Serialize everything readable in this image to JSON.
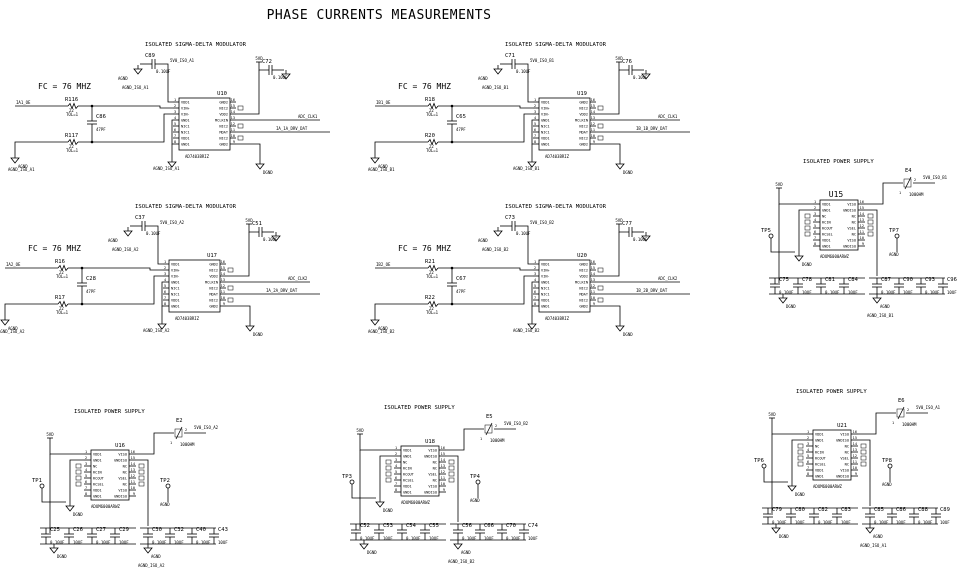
{
  "title": "PHASE CURRENTS MEASUREMENTS",
  "modulators": [
    {
      "heading": "ISOLATED SIGMA-DELTA MODULATOR",
      "fc": "FC = 76 MHZ",
      "ic": "U10",
      "part": "AD7403BRIZ",
      "rA": "R116",
      "rB": "R117",
      "rv": "22",
      "tol": "TOL=1",
      "cIn": "C86",
      "cInVal": "47PF",
      "cTop1": "C89",
      "cTop2": "C72",
      "cVal": "0.10UF",
      "sig": "IA1_OE",
      "clk": "ADC_CLK1",
      "dat": "IA_1A_DRV_DAT",
      "vddNet": "5V0_ISO_A1",
      "gndNet": "AGND_ISO_A1",
      "agnd": "AGND",
      "dgnd": "DGND",
      "vdd": "5VD"
    },
    {
      "heading": "ISOLATED SIGMA-DELTA MODULATOR",
      "fc": "FC = 76 MHZ",
      "ic": "U19",
      "part": "AD7403BRIZ",
      "rA": "R18",
      "rB": "R20",
      "rv": "22",
      "tol": "TOL=1",
      "cIn": "C65",
      "cInVal": "47PF",
      "cTop1": "C71",
      "cTop2": "C76",
      "cVal": "0.10UF",
      "sig": "IB1_OE",
      "clk": "ADC_CLK1",
      "dat": "IB_1B_DRV_DAT",
      "vddNet": "5V0_ISO_B1",
      "gndNet": "AGND_ISO_B1",
      "agnd": "AGND",
      "dgnd": "DGND",
      "vdd": "5VD"
    },
    {
      "heading": "ISOLATED SIGMA-DELTA MODULATOR",
      "fc": "FC = 76 MHZ",
      "ic": "U17",
      "part": "AD7403BRIZ",
      "rA": "R16",
      "rB": "R17",
      "rv": "22",
      "tol": "TOL=1",
      "cIn": "C28",
      "cInVal": "47PF",
      "cTop1": "C37",
      "cTop2": "C51",
      "cVal": "0.10UF",
      "sig": "IA2_OE",
      "clk": "ADC_CLK2",
      "dat": "IA_2A_DRV_DAT",
      "vddNet": "5V0_ISO_A2",
      "gndNet": "AGND_ISO_A2",
      "agnd": "AGND",
      "dgnd": "DGND",
      "vdd": "5VD"
    },
    {
      "heading": "ISOLATED SIGMA-DELTA MODULATOR",
      "fc": "FC = 76 MHZ",
      "ic": "U20",
      "part": "AD7403BRIZ",
      "rA": "R21",
      "rB": "R22",
      "rv": "22",
      "tol": "TOL=1",
      "cIn": "C67",
      "cInVal": "47PF",
      "cTop1": "C73",
      "cTop2": "C77",
      "cVal": "0.10UF",
      "sig": "IB2_OE",
      "clk": "ADC_CLK2",
      "dat": "IB_2B_DRV_DAT",
      "vddNet": "5V0_ISO_B2",
      "gndNet": "AGND_ISO_B2",
      "agnd": "AGND",
      "dgnd": "DGND",
      "vdd": "5VD"
    }
  ],
  "modulator_pins": {
    "left": [
      {
        "n": "1",
        "l": "VDD1"
      },
      {
        "n": "2",
        "l": "VIN+"
      },
      {
        "n": "3",
        "l": "VIN-"
      },
      {
        "n": "4",
        "l": "GND1"
      },
      {
        "n": "5",
        "l": "NIC1"
      },
      {
        "n": "6",
        "l": "NIC1"
      },
      {
        "n": "7",
        "l": "VDD1"
      },
      {
        "n": "8",
        "l": "GND1"
      }
    ],
    "right": [
      {
        "n": "16",
        "l": "GND2"
      },
      {
        "n": "15",
        "l": "NIC2"
      },
      {
        "n": "14",
        "l": "VDD2"
      },
      {
        "n": "13",
        "l": "MCLKIN"
      },
      {
        "n": "12",
        "l": "NIC2"
      },
      {
        "n": "11",
        "l": "MDAT"
      },
      {
        "n": "10",
        "l": "NIC2"
      },
      {
        "n": "9",
        "l": "GND2"
      }
    ]
  },
  "supplies": [
    {
      "heading": "ISOLATED POWER SUPPLY",
      "ic": "U15",
      "part": "ADUM6000ARWZ",
      "ferrite": "E4",
      "ferriteVal": "1000HM",
      "tpL": "TP5",
      "tpR": "TP7",
      "outNet": "5V0_ISO_B1",
      "gndNet": "AGND_ISO_B1",
      "vdd": "5VD",
      "dgnd": "DGND",
      "agnd": "AGND",
      "caps": [
        {
          "r": "C75",
          "v": "0.10UF"
        },
        {
          "r": "C78",
          "v": "10UF"
        },
        {
          "r": "C81",
          "v": "0.10UF"
        },
        {
          "r": "C84",
          "v": "10UF"
        },
        {
          "r": "C87",
          "v": "0.10UF"
        },
        {
          "r": "C90",
          "v": "10UF"
        },
        {
          "r": "C93",
          "v": "0.10UF"
        },
        {
          "r": "C96",
          "v": "10UF"
        }
      ]
    },
    {
      "heading": "ISOLATED POWER SUPPLY",
      "ic": "U16",
      "part": "ADUM6000ARWZ",
      "ferrite": "E2",
      "ferriteVal": "1000HM",
      "tpL": "TP1",
      "tpR": "TP2",
      "outNet": "5V0_ISO_A2",
      "gndNet": "AGND_ISO_A2",
      "vdd": "5VD",
      "dgnd": "DGND",
      "agnd": "AGND",
      "caps": [
        {
          "r": "C25",
          "v": "0.10UF"
        },
        {
          "r": "C26",
          "v": "10UF"
        },
        {
          "r": "C27",
          "v": "0.10UF"
        },
        {
          "r": "C29",
          "v": "10UF"
        },
        {
          "r": "C30",
          "v": "0.10UF"
        },
        {
          "r": "C32",
          "v": "10UF"
        },
        {
          "r": "C40",
          "v": "0.10UF"
        },
        {
          "r": "C43",
          "v": "10UF"
        }
      ]
    },
    {
      "heading": "ISOLATED POWER SUPPLY",
      "ic": "U18",
      "part": "ADUM6000ARWZ",
      "ferrite": "E5",
      "ferriteVal": "1000HM",
      "tpL": "TP3",
      "tpR": "TP4",
      "outNet": "5V0_ISO_B2",
      "gndNet": "AGND_ISO_B2",
      "vdd": "5VD",
      "dgnd": "DGND",
      "agnd": "AGND",
      "caps": [
        {
          "r": "C52",
          "v": "0.10UF"
        },
        {
          "r": "C53",
          "v": "10UF"
        },
        {
          "r": "C54",
          "v": "0.10UF"
        },
        {
          "r": "C55",
          "v": "10UF"
        },
        {
          "r": "C56",
          "v": "0.10UF"
        },
        {
          "r": "C66",
          "v": "10UF"
        },
        {
          "r": "C70",
          "v": "0.10UF"
        },
        {
          "r": "C74",
          "v": "10UF"
        }
      ]
    },
    {
      "heading": "ISOLATED POWER SUPPLY",
      "ic": "U21",
      "part": "ADUM6000ARWZ",
      "ferrite": "E6",
      "ferriteVal": "1000HM",
      "tpL": "TP6",
      "tpR": "TP8",
      "outNet": "5V0_ISO_A1",
      "gndNet": "AGND_ISO_A1",
      "vdd": "5VD",
      "dgnd": "DGND",
      "agnd": "AGND",
      "caps": [
        {
          "r": "C79",
          "v": "0.10UF"
        },
        {
          "r": "C80",
          "v": "10UF"
        },
        {
          "r": "C82",
          "v": "0.10UF"
        },
        {
          "r": "C83",
          "v": "10UF"
        },
        {
          "r": "C85",
          "v": "0.10UF"
        },
        {
          "r": "C86",
          "v": "10UF"
        },
        {
          "r": "C88",
          "v": "0.10UF"
        },
        {
          "r": "C89",
          "v": "10UF"
        }
      ]
    }
  ],
  "supply_pins": {
    "left": [
      {
        "n": "1",
        "l": "VDD1"
      },
      {
        "n": "2",
        "l": "GND1"
      },
      {
        "n": "3",
        "l": "NC"
      },
      {
        "n": "4",
        "l": "RCIN"
      },
      {
        "n": "5",
        "l": "RCOUT"
      },
      {
        "n": "6",
        "l": "RCSEL"
      },
      {
        "n": "7",
        "l": "VDD1"
      },
      {
        "n": "8",
        "l": "GND1"
      }
    ],
    "right": [
      {
        "n": "16",
        "l": "VISO"
      },
      {
        "n": "15",
        "l": "GNDISO"
      },
      {
        "n": "14",
        "l": "NC"
      },
      {
        "n": "13",
        "l": "NC"
      },
      {
        "n": "12",
        "l": "VSEL"
      },
      {
        "n": "11",
        "l": "NC"
      },
      {
        "n": "10",
        "l": "VISO"
      },
      {
        "n": "9",
        "l": "GNDISO"
      }
    ]
  }
}
